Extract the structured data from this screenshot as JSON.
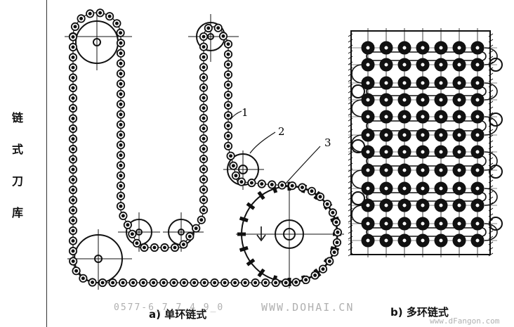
{
  "side_label": [
    "链",
    "式",
    "刀",
    "库"
  ],
  "callouts": [
    "1",
    "2",
    "3"
  ],
  "captions": {
    "a": "a) 单环链式",
    "b": "b) 多环链式"
  },
  "watermarks": {
    "phone": "0577-6_7_7_4_9_0",
    "site": "WWW.DOHAI.CN",
    "site2": "www.dFangon.com"
  },
  "colors": {
    "ink": "#111111",
    "paper": "#ffffff",
    "watermark": "#b0b0b0"
  }
}
